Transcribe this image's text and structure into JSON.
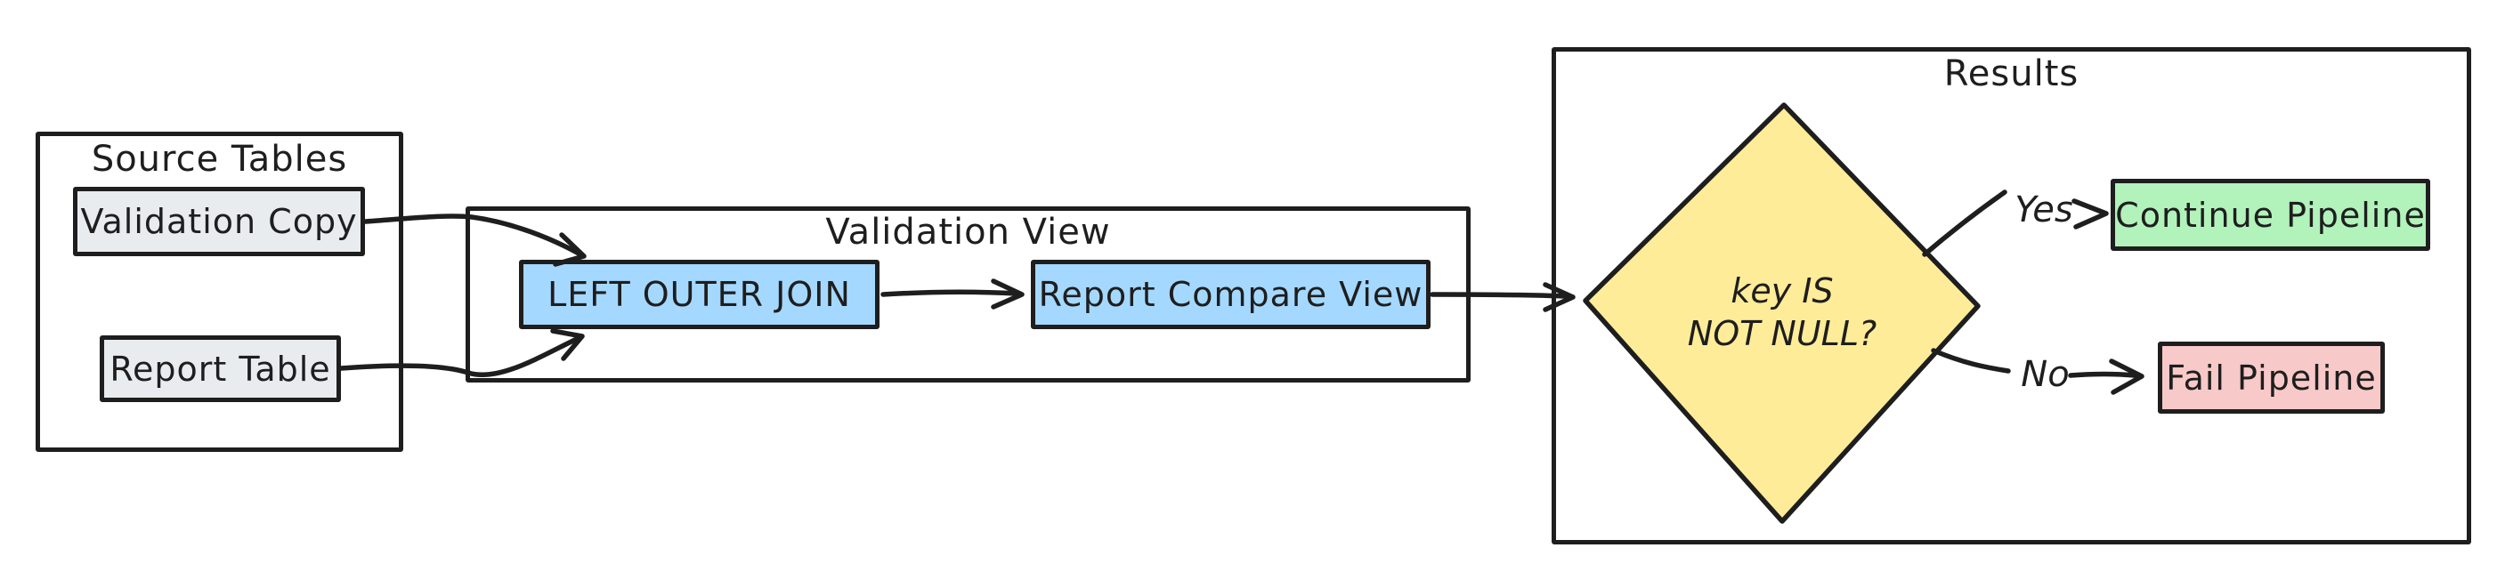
{
  "canvas": {
    "background": "#ffffff",
    "stroke_color": "#1e1e1e"
  },
  "groups": {
    "source_tables": {
      "title": "Source Tables"
    },
    "validation_view": {
      "title": "Validation View"
    },
    "results": {
      "title": "Results"
    }
  },
  "nodes": {
    "validation_copy": {
      "label": "Validation Copy",
      "fill": "#e9ecef"
    },
    "report_table": {
      "label": "Report Table",
      "fill": "#e9ecef"
    },
    "left_outer_join": {
      "label": "LEFT OUTER JOIN",
      "fill": "#a5d8ff"
    },
    "report_compare_view": {
      "label": "Report Compare View",
      "fill": "#a5d8ff"
    },
    "decision": {
      "label_line1": "key IS",
      "label_line2": "NOT NULL?",
      "fill": "#ffec99"
    },
    "continue_pipeline": {
      "label": "Continue Pipeline",
      "fill": "#b2f2bb"
    },
    "fail_pipeline": {
      "label": "Fail Pipeline",
      "fill": "#f8c9c9"
    }
  },
  "edges": {
    "yes_label": "Yes",
    "no_label": "No"
  }
}
